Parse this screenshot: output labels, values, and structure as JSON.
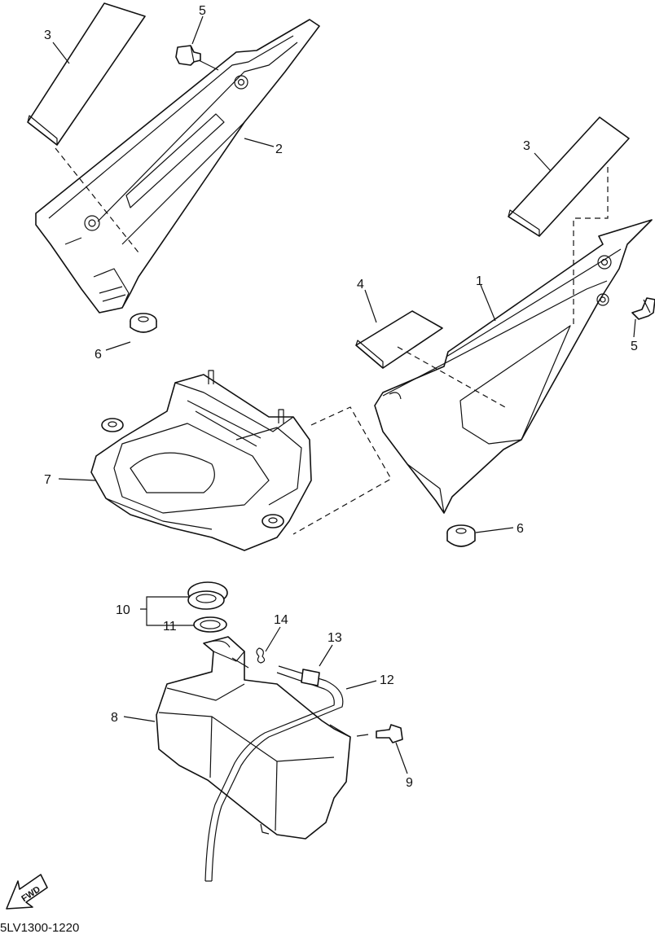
{
  "diagram_code": "5LV1300-1220",
  "fwd_label": "FWD",
  "callouts": {
    "c1": "1",
    "c2": "2",
    "c3_left": "3",
    "c3_right": "3",
    "c4": "4",
    "c5_top": "5",
    "c5_right": "5",
    "c6_left": "6",
    "c6_right": "6",
    "c7": "7",
    "c8": "8",
    "c9": "9",
    "c10": "10",
    "c11": "11",
    "c12": "12",
    "c13": "13",
    "c14": "14"
  }
}
